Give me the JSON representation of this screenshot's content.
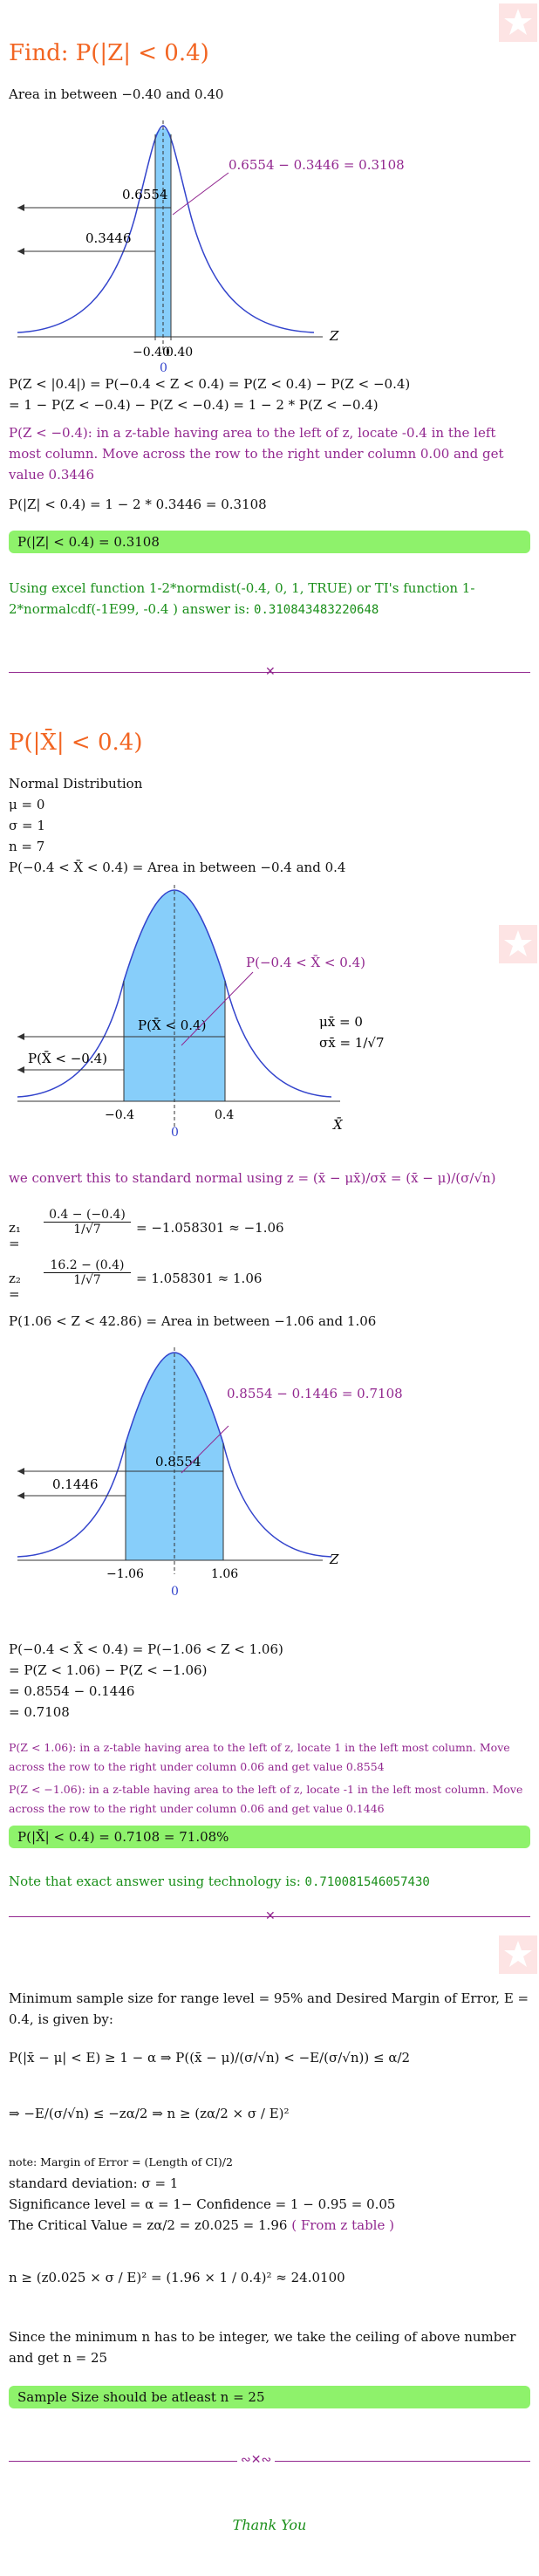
{
  "sec1": {
    "title": "Find: P(|Z| < 0.4)",
    "subtitle": "Area in between −0.40 and 0.40",
    "graph": {
      "purple_label": "0.6554 − 0.3446 = 0.3108",
      "label_upper": "0.6554",
      "label_lower": "0.3446",
      "tick_left": "−0.40",
      "tick_right": "0.40",
      "axis_z": "Z",
      "zero": "0"
    },
    "eq1": "P(Z < |0.4|) = P(−0.4 < Z < 0.4) = P(Z < 0.4) − P(Z < −0.4)",
    "eq2": "= 1 − P(Z < −0.4) − P(Z < −0.4) = 1 − 2 * P(Z < −0.4)",
    "note": "P(Z < −0.4): in a z-table having area to the left of z, locate -0.4 in the left most column. Move across the row to the right under column 0.00 and get value 0.3446",
    "eq3": "P(|Z| < 0.4) = 1 − 2 * 0.3446 = 0.3108",
    "answer": "P(|Z| < 0.4) = 0.3108",
    "excel": "Using excel function 1-2*normdist(-0.4, 0, 1, TRUE) or TI's function 1-2*normalcdf(-1E99, -0.4 ) answer is: ",
    "excel_value": "0.310843483220648"
  },
  "sec2": {
    "title": "P(|X̄| < 0.4)",
    "lines": [
      "Normal Distribution",
      "μ = 0",
      "σ = 1",
      "n = 7"
    ],
    "area_line": "P(−0.4 < X̄ < 0.4) = Area in between −0.4 and 0.4",
    "graph1": {
      "purple_label": "P(−0.4 < X̄ < 0.4)",
      "label_upper": "P(X̄ < 0.4)",
      "label_lower": "P(X̄ < −0.4)",
      "mu_label": "μx̄ = 0",
      "sigma_label": "σx̄ = 1/√7",
      "tick_left": "−0.4",
      "tick_right": "0.4",
      "axis": "X̄",
      "zero": "0"
    },
    "convert": "we convert this to standard normal using",
    "convert_formula": "z = (x̄ − μx̄)/σx̄ = (x̄ − μ)/(σ/√n)",
    "z1_label": "z₁ =",
    "z1_num": "0.4 − (−0.4)",
    "z1_den": "1/√7",
    "z1_result": "= −1.058301 ≈ −1.06",
    "z2_label": "z₂ =",
    "z2_num": "16.2 − (0.4)",
    "z2_den": "1/√7",
    "z2_result": "= 1.058301 ≈ 1.06",
    "area_line2": "P(1.06 < Z < 42.86) = Area in between −1.06 and 1.06",
    "graph2": {
      "purple_label": "0.8554 − 0.1446 = 0.7108",
      "label_upper": "0.8554",
      "label_lower": "0.1446",
      "tick_left": "−1.06",
      "tick_right": "1.06",
      "axis_z": "Z",
      "zero": "0"
    },
    "calc": [
      "P(−0.4 < X̄ < 0.4) = P(−1.06 < Z < 1.06)",
      "= P(Z < 1.06) − P(Z < −1.06)",
      "= 0.8554 − 0.1446",
      "= 0.7108"
    ],
    "note1": "P(Z < 1.06): in a z-table having area to the left of z, locate 1 in the left most column. Move across the row to the right under column 0.06 and get value 0.8554",
    "note2": "P(Z < −1.06): in a z-table having area to the left of z, locate -1 in the left most column. Move across the row to the right under column 0.06 and get value 0.1446",
    "answer": "P(|X̄| < 0.4) = 0.7108 = 71.08%",
    "exact": "Note that exact answer using technology is: ",
    "exact_value": "0.710081546057430"
  },
  "sec3": {
    "intro": "Minimum sample size for range level = 95% and Desired Margin of Error, E = 0.4, is given by:",
    "ineq1": "P(|x̄ − μ| < E) ≥ 1 − α ⇒ P((x̄ − μ)/(σ/√n) < −E/(σ/√n)) ≤ α/2",
    "ineq2": "⇒ −E/(σ/√n) ≤ −zα/2 ⇒ n ≥ (zα/2 × σ / E)²",
    "note": "note: Margin of Error = (Length of CI)/2",
    "sd": "standard deviation: σ = 1",
    "sig": "Significance level = α = 1− Confidence = 1 − 0.95 = 0.05",
    "crit": "The Critical Value = zα/2 = z0.025 = 1.96",
    "crit_note": "( From z table )",
    "n_calc": "n ≥ (z0.025 × σ / E)² = (1.96 × 1 / 0.4)² ≈ 24.0100",
    "since": "Since the minimum n has to be integer, we take the ceiling of above number and get n = 25",
    "answer": "Sample Size should be atleast n = 25",
    "thanks": "Thank You"
  },
  "colors": {
    "orange": "#f26522",
    "purple": "#92278f",
    "green": "#1a8f1a",
    "box": "#8ef26b",
    "fill": "#87cefa"
  }
}
